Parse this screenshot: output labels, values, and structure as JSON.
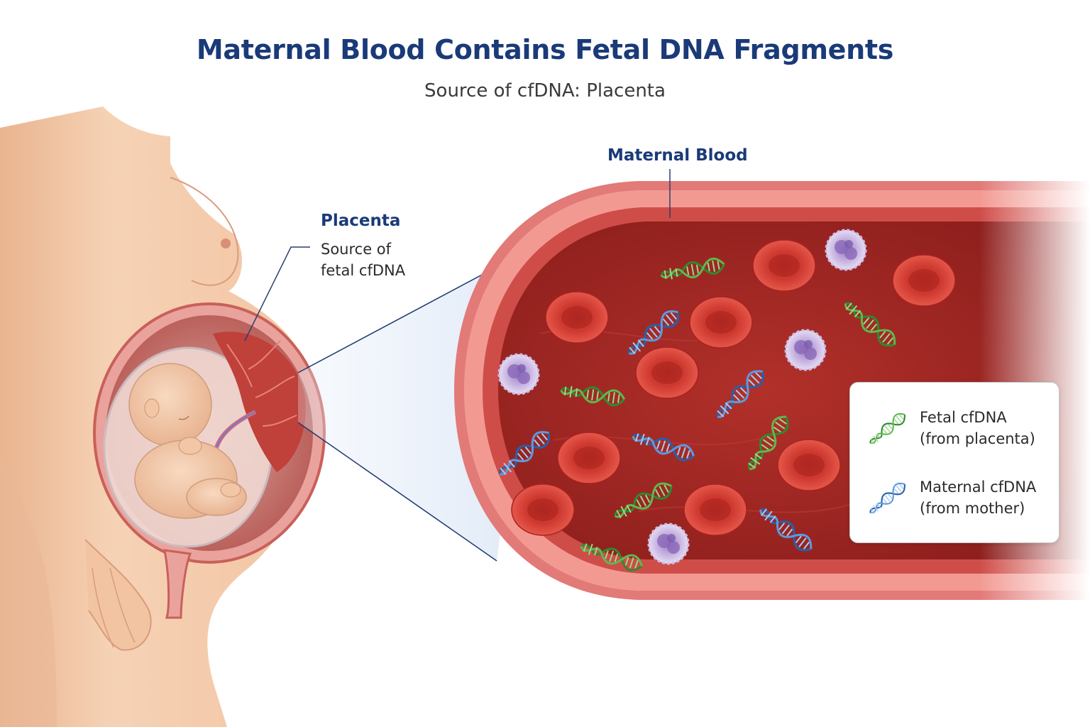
{
  "title": "Maternal Blood Contains Fetal DNA Fragments",
  "subtitle": "Source of cfDNA: Placenta",
  "labels": {
    "placenta": {
      "title": "Placenta",
      "line1": "Source of",
      "line2": "fetal cfDNA"
    },
    "maternal_blood": "Maternal Blood"
  },
  "legend": [
    {
      "line1": "Fetal cfDNA",
      "line2": "(from placenta)",
      "color": "#3f9e3f",
      "icon": "green-dna-helix-icon"
    },
    {
      "line1": "Maternal cfDNA",
      "line2": "(from mother)",
      "color": "#3a76c4",
      "icon": "blue-dna-helix-icon"
    }
  ],
  "colors": {
    "title": "#1a3a78",
    "skin": "#f3c9a8",
    "vessel_wall": "#e27a78",
    "plasma": "#a92a26",
    "red_blood_cell": "#d9362e",
    "white_blood_cell": "#b89ad6",
    "fetal_dna": "#3f9e3f",
    "maternal_dna": "#3a76c4"
  }
}
